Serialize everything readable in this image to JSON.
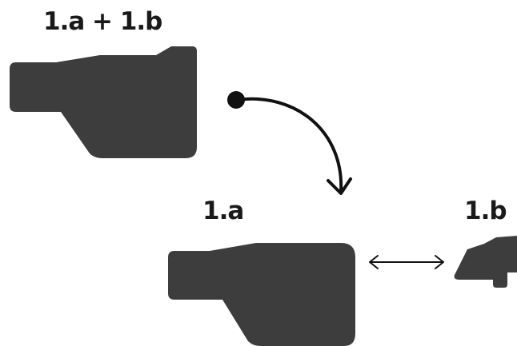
{
  "labels": {
    "combined": "1.a + 1.b",
    "part_a": "1.a",
    "part_b": "1.b"
  },
  "colors": {
    "shape_fill": "#3d3d3d",
    "text": "#1a1a1a",
    "line": "#111111",
    "background": "#ffffff"
  },
  "icons": {
    "split_arrow": "curved-arrow-down",
    "relation": "double-headed-arrow"
  }
}
